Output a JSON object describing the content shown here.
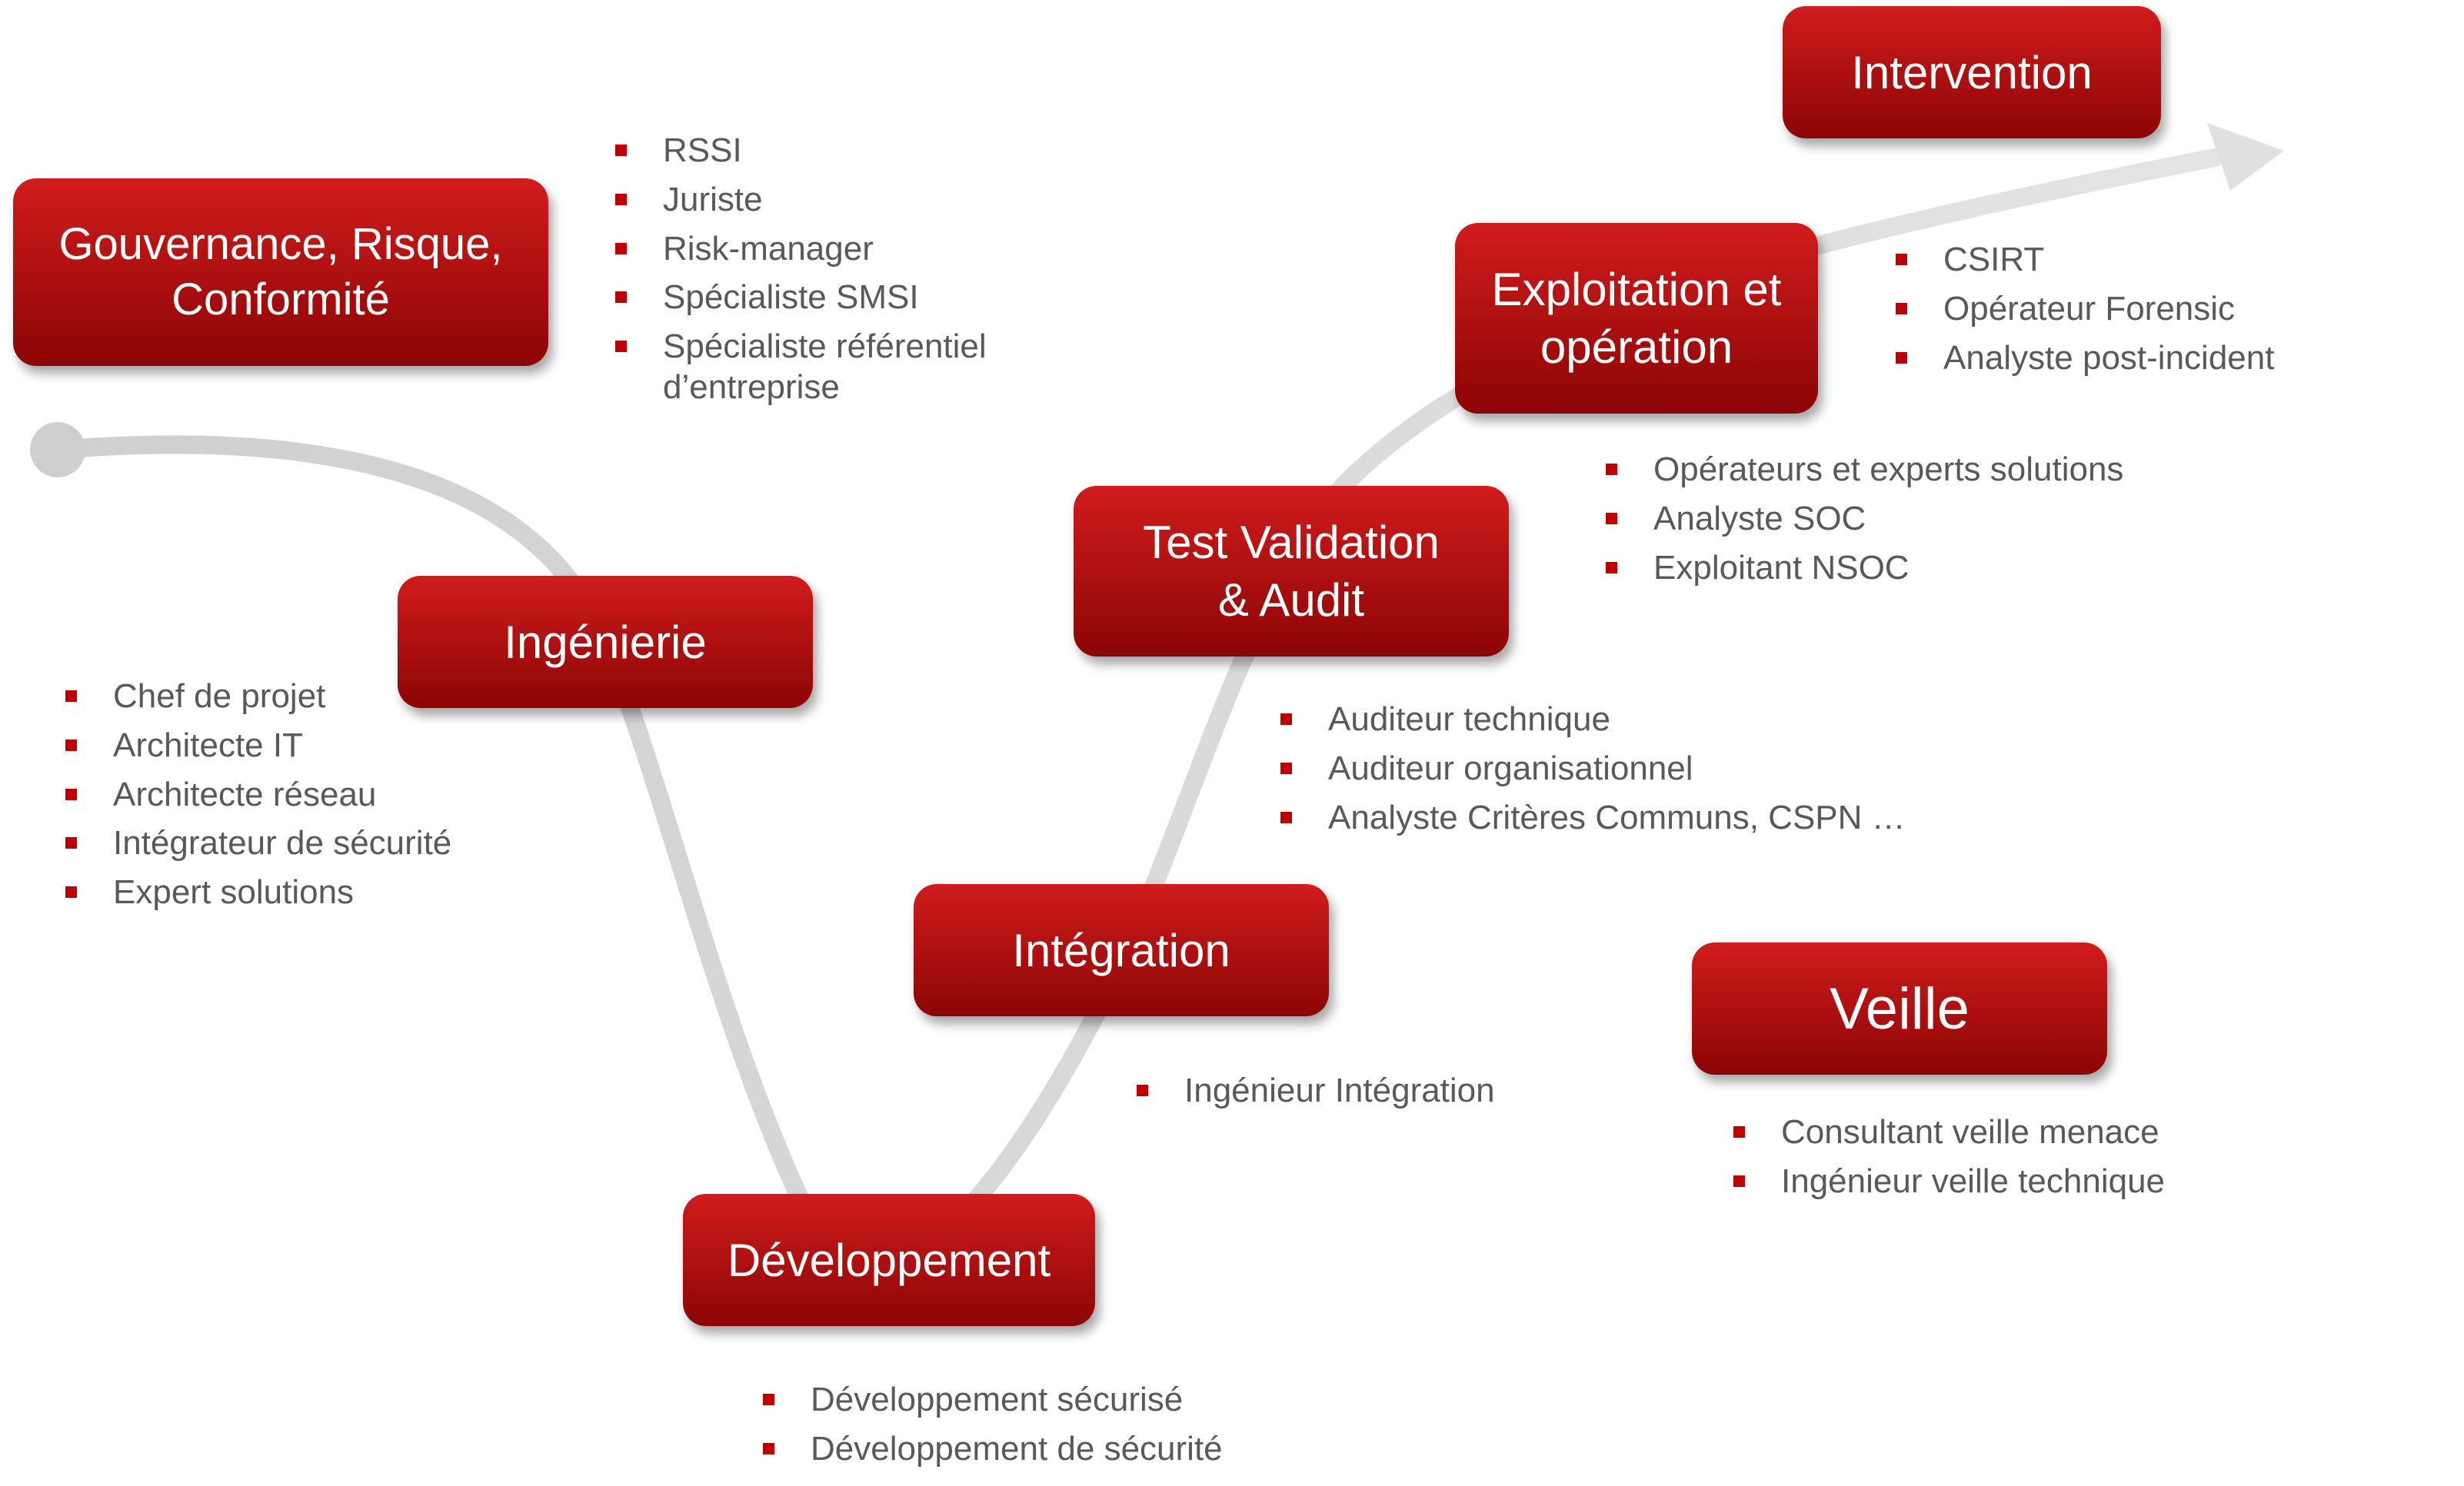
{
  "colors": {
    "box_top": "#d11c1c",
    "box_bottom": "#8c0505",
    "bullet": "#c00000",
    "text": "#595959",
    "curve": "#d9d9d9"
  },
  "stages": {
    "gouvernance": "Gouvernance, Risque,\nConformité",
    "ingenierie": "Ingénierie",
    "developpement": "Développement",
    "integration": "Intégration",
    "test": "Test Validation\n& Audit",
    "exploitation": "Exploitation et\nopération",
    "intervention": "Intervention",
    "veille": "Veille"
  },
  "roles": {
    "gouvernance": [
      "RSSI",
      "Juriste",
      "Risk-manager",
      "Spécialiste SMSI",
      "Spécialiste référentiel\nd’entreprise"
    ],
    "ingenierie": [
      "Chef de projet",
      "Architecte IT",
      "Architecte réseau",
      "Intégrateur de sécurité",
      "Expert solutions"
    ],
    "developpement": [
      "Développement  sécurisé",
      "Développement  de sécurité"
    ],
    "integration": [
      "Ingénieur Intégration"
    ],
    "test": [
      "Auditeur technique",
      "Auditeur organisationnel",
      "Analyste  Critères Communs, CSPN …"
    ],
    "exploitation": [
      "Opérateurs et experts solutions",
      "Analyste  SOC",
      "Exploitant NSOC"
    ],
    "intervention": [
      "CSIRT",
      "Opérateur Forensic",
      "Analyste post-incident"
    ],
    "veille": [
      "Consultant veille menace",
      "Ingénieur veille technique"
    ]
  }
}
